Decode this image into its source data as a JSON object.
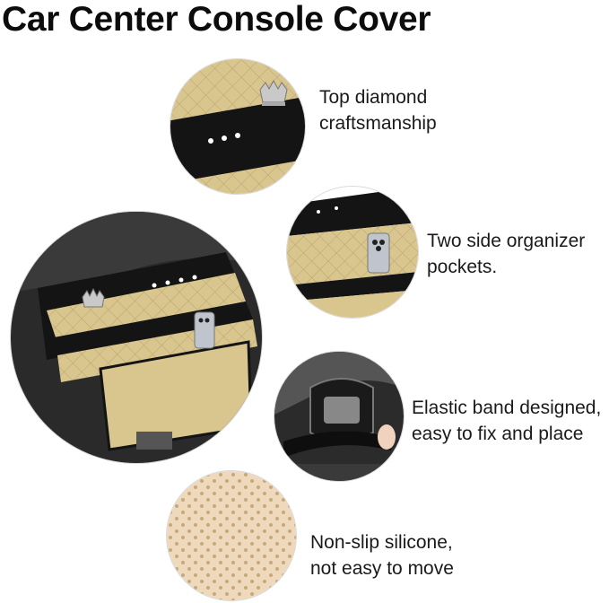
{
  "title": "Car Center Console Cover",
  "features": [
    {
      "line1": "Top diamond",
      "line2": "craftsmanship"
    },
    {
      "line1": "Two side organizer",
      "line2": "pockets."
    },
    {
      "line1": "Elastic band designed,",
      "line2": "easy to fix and place"
    },
    {
      "line1": "Non-slip silicone,",
      "line2": "not easy to move"
    }
  ],
  "colors": {
    "beige": "#d9c58e",
    "black": "#141414",
    "foam": "#efd9bd",
    "stitch": "#c9b57c"
  },
  "icons": [
    "crown-emblem-icon",
    "phone-icon"
  ]
}
